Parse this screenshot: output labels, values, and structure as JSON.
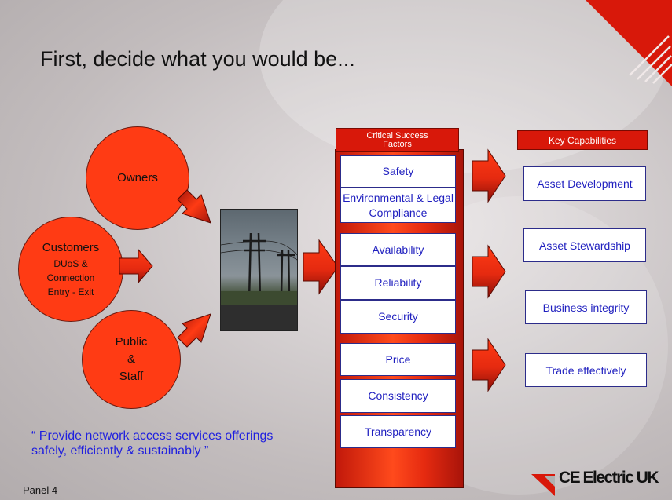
{
  "title": "First, decide what you would be...",
  "stakeholders": {
    "owners": "Owners",
    "customers": {
      "title": "Customers",
      "line1": "DUoS &",
      "line2": "Connection",
      "line3": "Entry - Exit"
    },
    "public": {
      "line1": "Public",
      "line2": "&",
      "line3": "Staff"
    }
  },
  "csf": {
    "header_line1": "Critical Success",
    "header_line2": "Factors",
    "factors": [
      "Safety",
      "Environmental & Legal Compliance",
      "Availability",
      "Reliability",
      "Security",
      "Price",
      "Consistency",
      "Transparency"
    ]
  },
  "capabilities": {
    "header": "Key Capabilities",
    "items": [
      "Asset Development",
      "Asset Stewardship",
      "Business integrity",
      "Trade effectively"
    ]
  },
  "quote": "“ Provide network access services offerings safely, efficiently & sustainably ”",
  "panel_label": "Panel 4",
  "logo_text": "CE Electric UK",
  "colors": {
    "accent_red": "#ff3b14",
    "header_red": "#d8180a",
    "text_blue": "#1f1fbf"
  }
}
